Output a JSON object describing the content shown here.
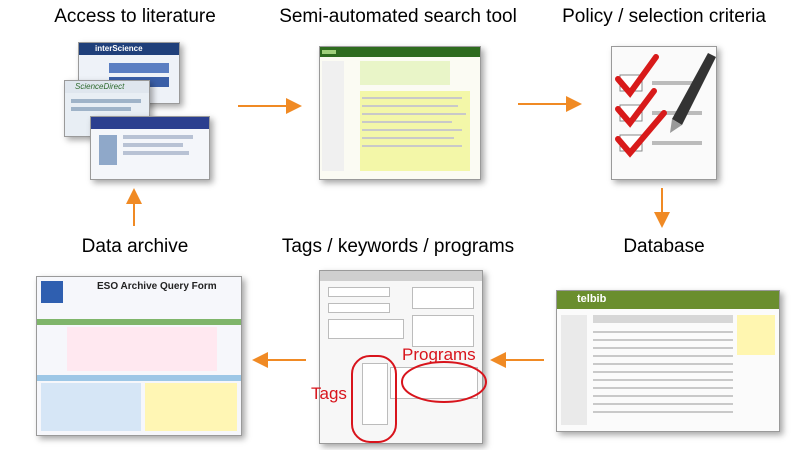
{
  "steps": {
    "literature": "Access to literature",
    "search_tool": "Semi-automated search tool",
    "policy": "Policy / selection criteria",
    "database": "Database",
    "tags": "Tags / keywords / programs",
    "archive": "Data archive"
  },
  "screens": {
    "literature_logo_top": "interScience",
    "literature_logo_bottom": "ScienceDirect",
    "database_logo": "telbib",
    "archive_title": "ESO Archive Query Form"
  },
  "annotations": {
    "programs": "Programs",
    "tags": "Tags"
  },
  "colors": {
    "arrow": "#f08a24",
    "annotation": "#d8141c",
    "search_green": "#2e6b1e",
    "check_red": "#d81a1a"
  }
}
